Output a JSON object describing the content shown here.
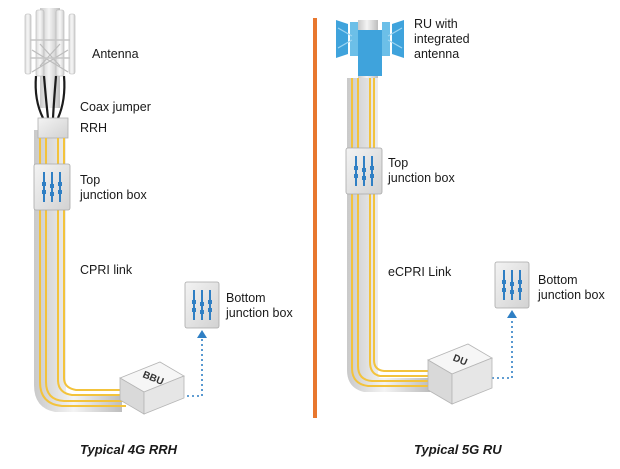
{
  "left": {
    "antenna_label": "Antenna",
    "coax_label": "Coax jumper",
    "rrh_label": "RRH",
    "top_jb_label": "Top\njunction box",
    "link_label": "CPRI link",
    "bottom_jb_label": "Bottom\njunction box",
    "unit_label": "BBU",
    "caption": "Typical 4G RRH"
  },
  "right": {
    "ru_label": "RU with\nintegrated\nantenna",
    "top_jb_label": "Top\njunction box",
    "link_label": "eCPRI Link",
    "bottom_jb_label": "Bottom\njunction box",
    "unit_label": "DU",
    "caption": "Typical 5G RU"
  },
  "colors": {
    "fiber": "#f3c33c",
    "divider": "#e8772e",
    "ru_panel": "#3fa3dc",
    "jb_connector": "#2f7fc4",
    "dotted_link": "#2f7fc4",
    "pole": "#e4e4e4"
  }
}
